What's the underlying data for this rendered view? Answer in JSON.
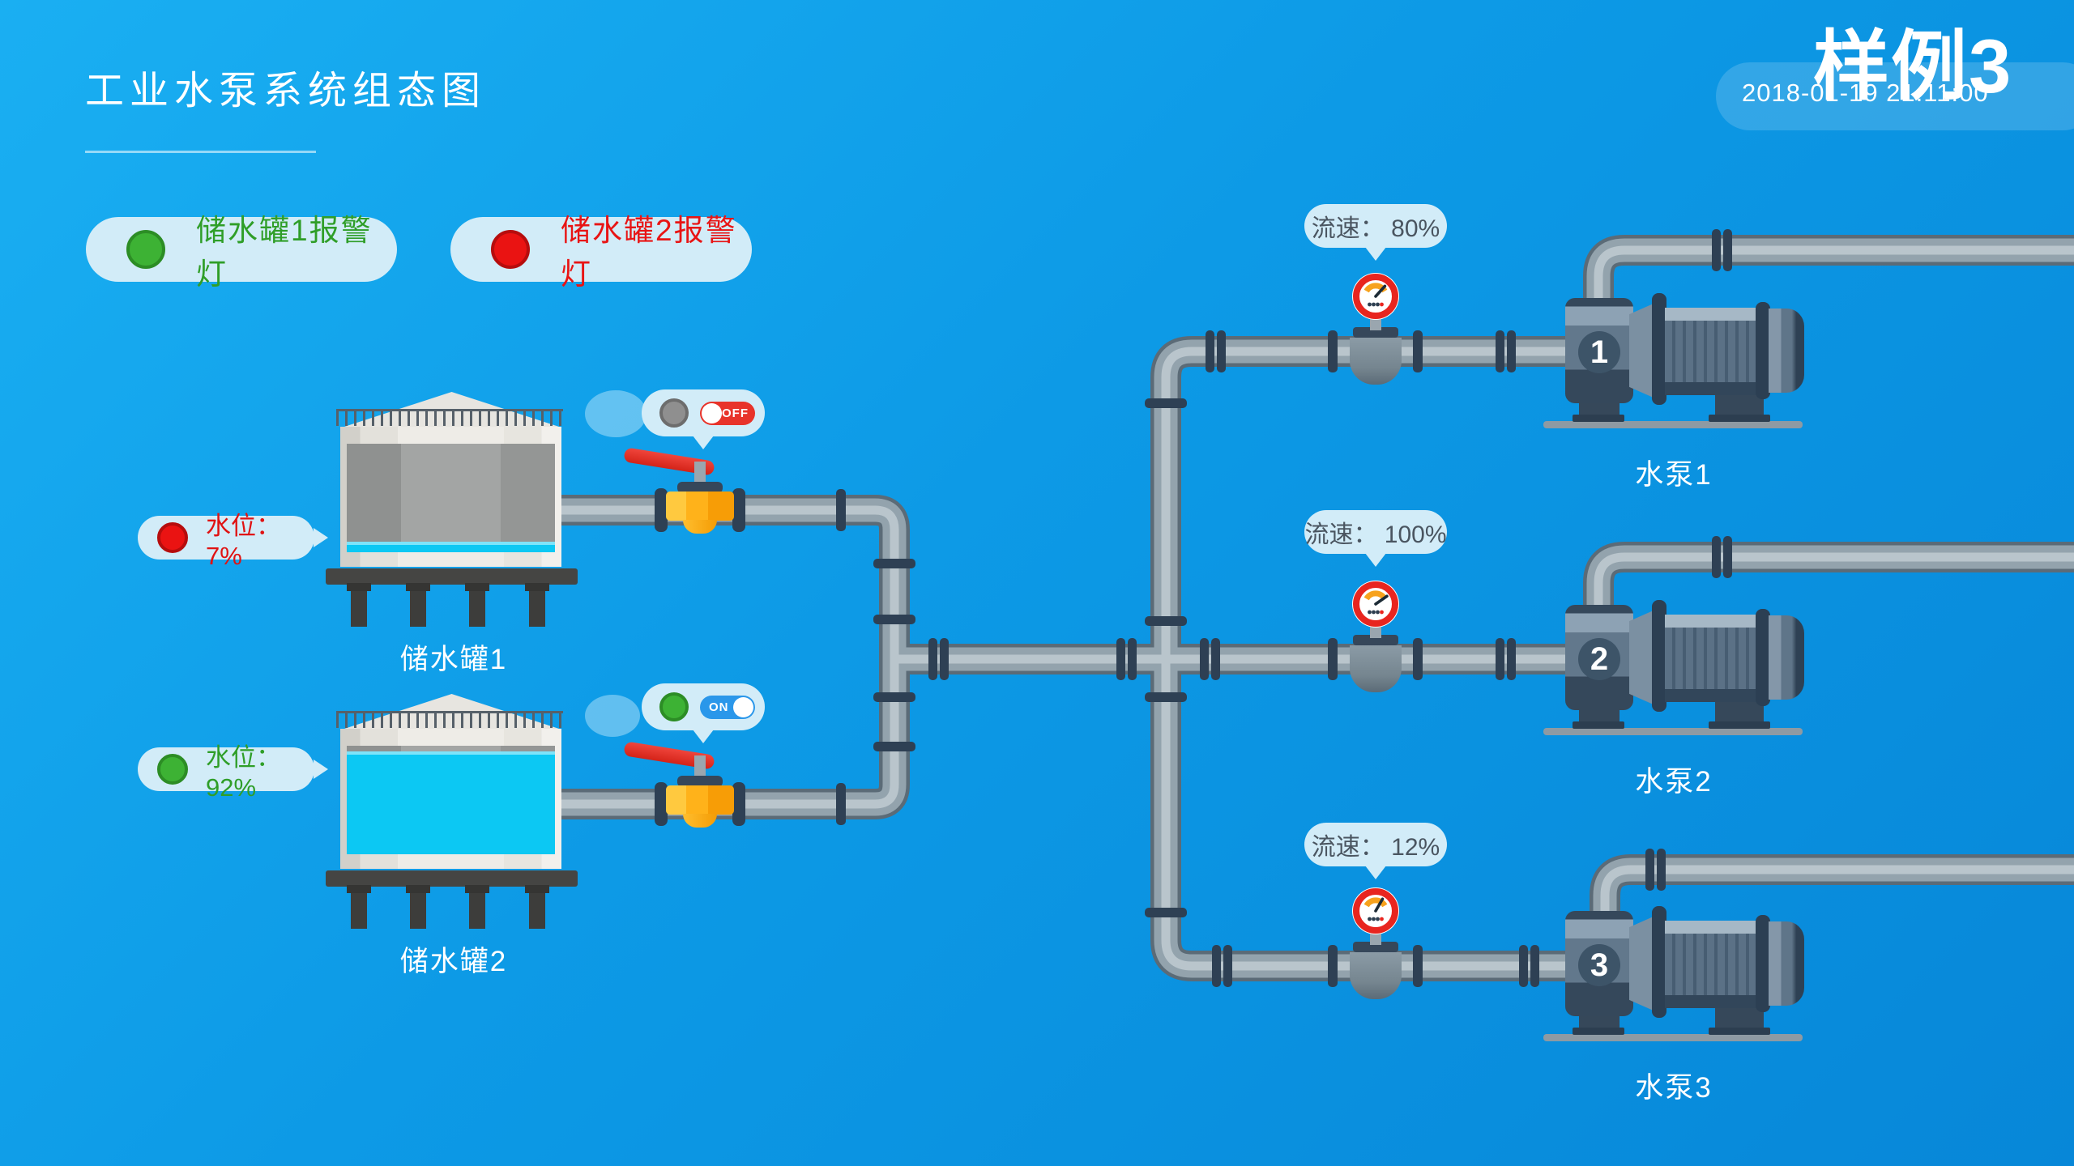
{
  "header": {
    "title": "工业水泵系统组态图",
    "watermark": "样例3",
    "timestamp": "2018-01-19 21:11:00"
  },
  "alarm_lights": [
    {
      "label": "储水罐1报警灯",
      "state": "normal",
      "color": "#3db234"
    },
    {
      "label": "储水罐2报警灯",
      "state": "alarm",
      "color": "#ea1312"
    }
  ],
  "tanks": [
    {
      "name": "储水罐1",
      "water_level_label": "水位： 7%",
      "water_level_percent": 7,
      "status": "alarm"
    },
    {
      "name": "储水罐2",
      "water_level_label": "水位： 92%",
      "water_level_percent": 92,
      "status": "normal"
    }
  ],
  "valve_switches": [
    {
      "label": "OFF",
      "state": "off"
    },
    {
      "label": "ON",
      "state": "on"
    }
  ],
  "flow_meters": [
    {
      "label": "流速： 80%",
      "percent": 80
    },
    {
      "label": "流速： 100%",
      "percent": 100
    },
    {
      "label": "流速： 12%",
      "percent": 12
    }
  ],
  "pumps": [
    {
      "badge": "1",
      "label": "水泵1"
    },
    {
      "badge": "2",
      "label": "水泵2"
    },
    {
      "badge": "3",
      "label": "水泵3"
    }
  ],
  "colors": {
    "background_top": "#1aaff2",
    "background_bottom": "#0787d8",
    "bubble": "#d2ecf8",
    "alarm_green": "#3db234",
    "alarm_red": "#ea1312",
    "pipe": "#93a3ad",
    "coupling": "#2e4054",
    "valve_yellow": "#ffb21a",
    "valve_handle_red": "#d42318",
    "gauge_ring": "#e8251f",
    "gauge_arc": "#f7a21d",
    "water_cyan": "#0cc8f3",
    "toggle_on_blue": "#2a97ea",
    "toggle_off_red": "#e8332a"
  }
}
